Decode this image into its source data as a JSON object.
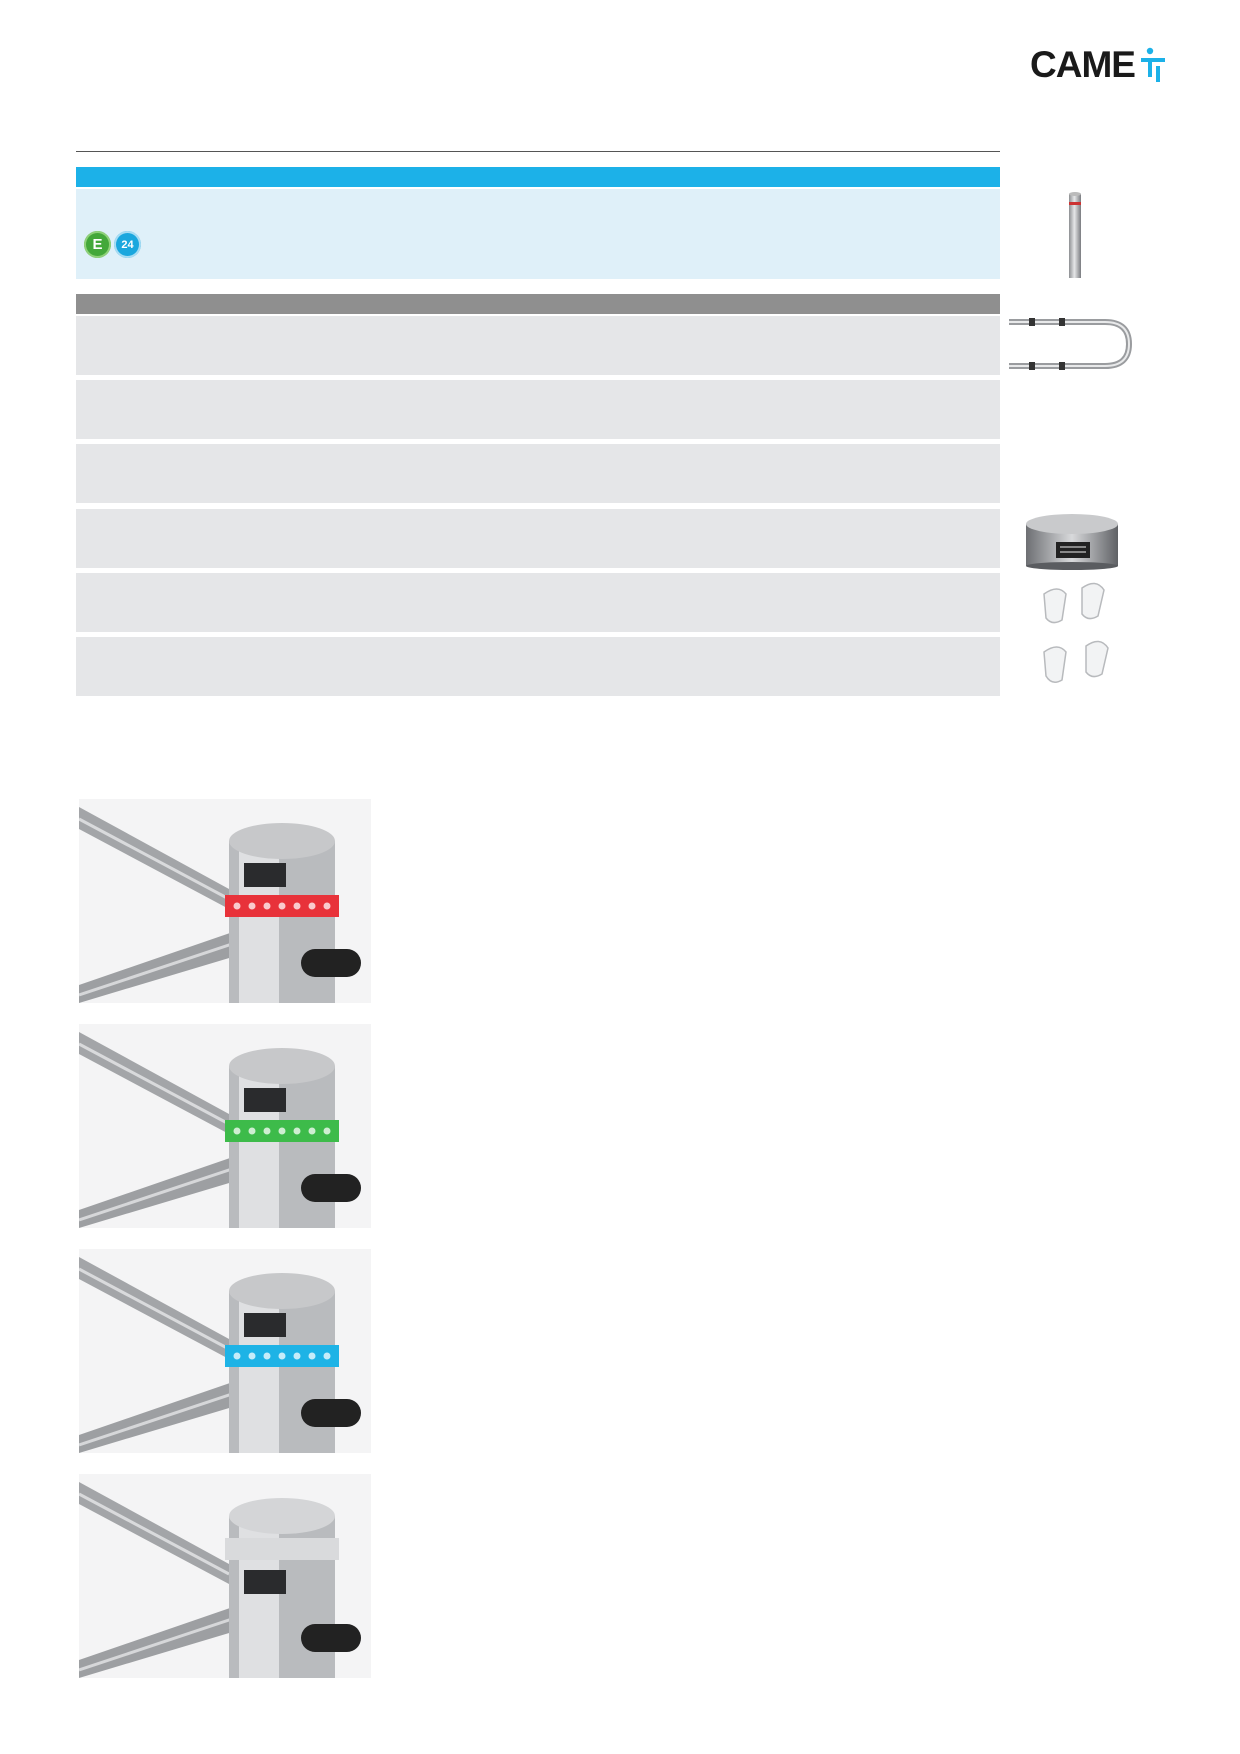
{
  "brand": {
    "name": "CAME",
    "accent_color": "#1cb1e8",
    "text_color": "#1a1a1a"
  },
  "badges": [
    {
      "icon": "e-badge-icon",
      "text": "E",
      "color": "#43a83a"
    },
    {
      "icon": "24v-badge-icon",
      "text": "24",
      "color": "#1aa7de"
    }
  ],
  "panel_colors": {
    "header_band": "#1cb1e8",
    "header_panel": "#dff0f9",
    "table_band": "#8f8f8f",
    "table_row": "#e5e6e8"
  },
  "accessories": [
    {
      "icon": "post-icon"
    },
    {
      "icon": "u-bracket-icon"
    },
    {
      "icon": "head-cap-icon"
    },
    {
      "icon": "plastic-caps-icon"
    },
    {
      "icon": "plastic-caps-icon"
    }
  ],
  "led_states": [
    {
      "name": "red",
      "color": "#e8323a"
    },
    {
      "name": "green",
      "color": "#3dbb4a"
    },
    {
      "name": "blue",
      "color": "#1eb3e6"
    },
    {
      "name": "off",
      "color": "#d9dadc"
    }
  ]
}
